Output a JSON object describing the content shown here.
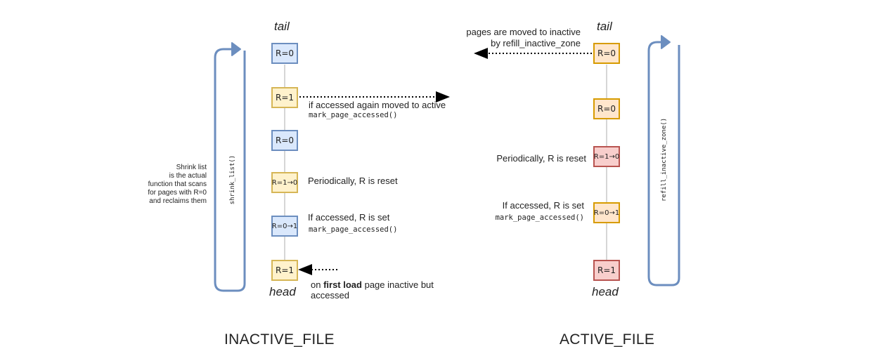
{
  "inactive": {
    "title": "INACTIVE_FILE",
    "tail": "tail",
    "head": "head",
    "boxes": [
      {
        "label": "R=0"
      },
      {
        "label": "R=1"
      },
      {
        "label": "R=0"
      },
      {
        "label": "R=1→0"
      },
      {
        "label": "R=0→1"
      },
      {
        "label": "R=1"
      }
    ],
    "annotations": {
      "moved_to_active": "if accessed again moved to active",
      "moved_to_active_fn": "mark_page_accessed()",
      "periodic_reset": "Periodically, R is reset",
      "if_accessed": "If accessed, R is set",
      "if_accessed_fn": "mark_page_accessed()",
      "first_load_prefix": "on ",
      "first_load_bold": "first load",
      "first_load_suffix": " page inactive but",
      "first_load_line2": "accessed"
    },
    "cycle_fn": "shrink_list()",
    "shrink_note": [
      "Shrink list",
      "is the actual",
      "function that scans",
      "for pages with R=0",
      "and reclaims them"
    ]
  },
  "active": {
    "title": "ACTIVE_FILE",
    "tail": "tail",
    "head": "head",
    "boxes": [
      {
        "label": "R=0"
      },
      {
        "label": "R=0"
      },
      {
        "label": "R=1→0"
      },
      {
        "label": "R=0→1"
      },
      {
        "label": "R=1"
      }
    ],
    "annotations": {
      "moved_line1": "pages are moved to inactive",
      "moved_line2": "by refill_inactive_zone",
      "periodic_reset": "Periodically, R is reset",
      "if_accessed": "If accessed, R is set",
      "if_accessed_fn": "mark_page_accessed()"
    },
    "cycle_fn": "refill_inactive_zone()"
  },
  "colors": {
    "blue_fill": "#dae8fc",
    "blue_stroke": "#6c8ebf",
    "yellow_fill": "#fff2cc",
    "yellow_stroke": "#d6b656",
    "orange_fill": "#ffe6cc",
    "orange_stroke": "#d79b00",
    "red_fill": "#f8cecc",
    "red_stroke": "#b85450",
    "cycle_arrow": "#6c8ebf"
  }
}
